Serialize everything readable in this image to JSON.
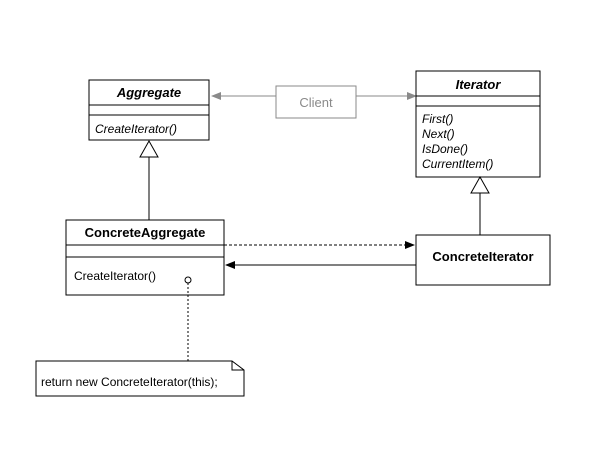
{
  "classes": {
    "aggregate": {
      "name": "Aggregate",
      "operations": [
        "CreateIterator()"
      ]
    },
    "iterator": {
      "name": "Iterator",
      "operations": [
        "First()",
        "Next()",
        "IsDone()",
        "CurrentItem()"
      ]
    },
    "concrete_aggregate": {
      "name": "ConcreteAggregate",
      "operations": [
        "CreateIterator()"
      ]
    },
    "concrete_iterator": {
      "name": "ConcreteIterator"
    }
  },
  "client": {
    "label": "Client"
  },
  "note": {
    "text": "return new ConcreteIterator(this);"
  },
  "colors": {
    "line": "#000000",
    "client": "#8a8a8a"
  }
}
